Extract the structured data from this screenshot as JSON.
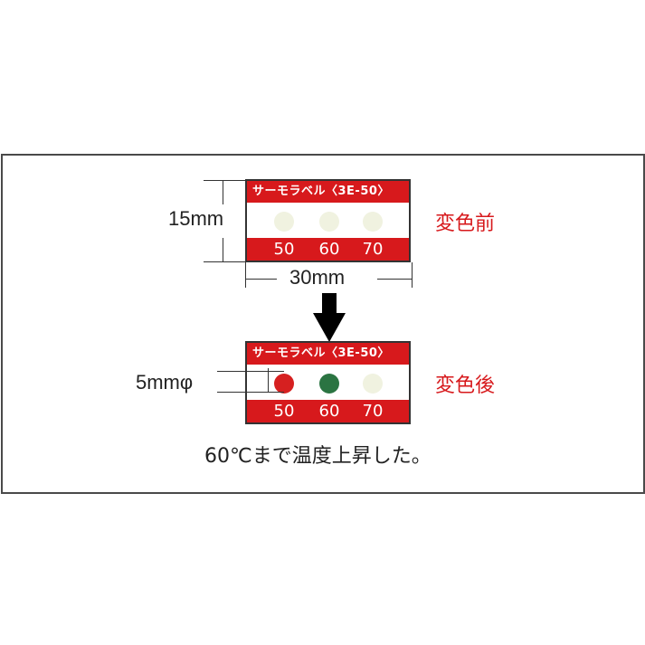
{
  "diagram": {
    "label_title": "サーモラベル〈3E-50〉",
    "temperatures": [
      "50",
      "60",
      "70"
    ],
    "dimensions": {
      "height": "15mm",
      "width": "30mm",
      "dot_diameter": "5mmφ"
    },
    "states": {
      "before": "変色前",
      "after": "変色後"
    },
    "caption": "60℃まで温度上昇した。",
    "colors": {
      "band_red": "#d7191c",
      "dot_unchanged": "#f0f2e0",
      "dot_changed_50": "#d62020",
      "dot_changed_60": "#2b7442",
      "text_red": "#d7191c"
    },
    "before_dots": [
      "unchanged",
      "unchanged",
      "unchanged"
    ],
    "after_dots": [
      "red",
      "green",
      "unchanged"
    ]
  }
}
